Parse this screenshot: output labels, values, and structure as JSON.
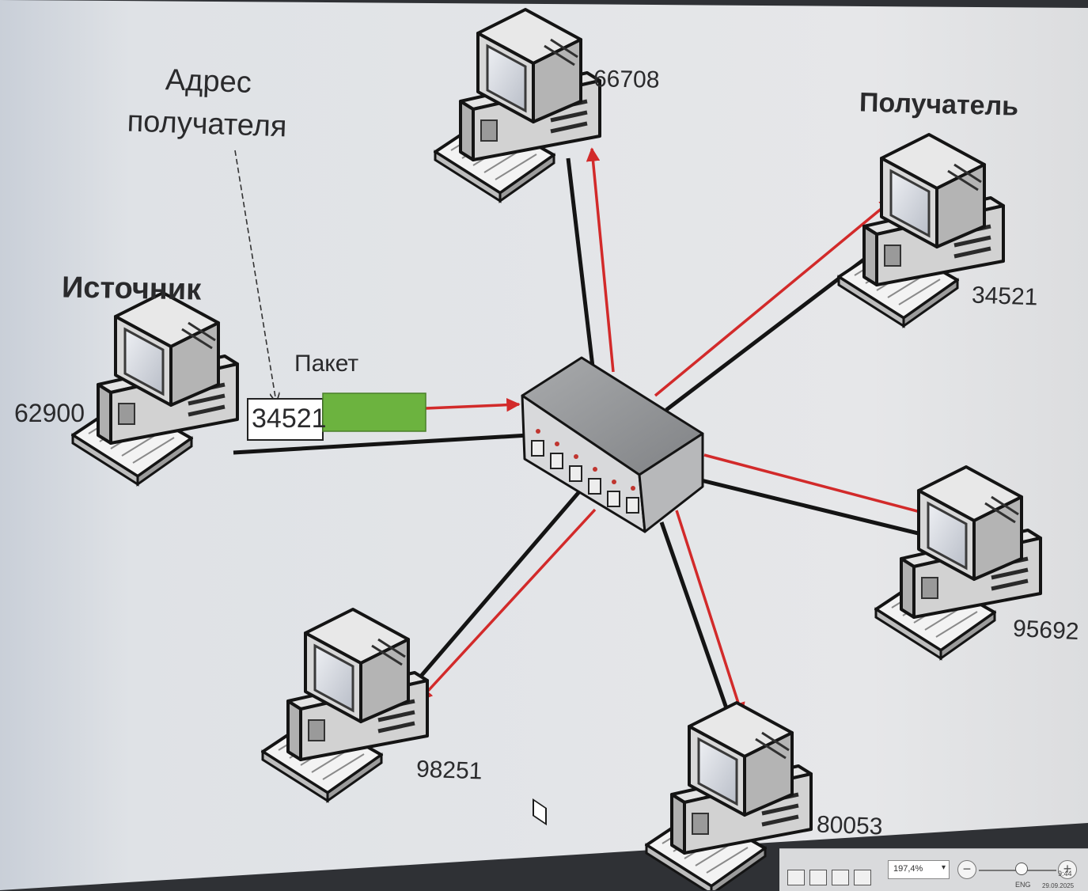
{
  "diagram": {
    "labels": {
      "recipient_address": "Адрес\nполучателя",
      "source": "Источник",
      "recipient": "Получатель",
      "packet": "Пакет",
      "packet_address": "34521"
    },
    "nodes": {
      "source_id": "62900",
      "n1_id": "66708",
      "recipient_id": "34521",
      "n3_id": "95692",
      "n4_id": "80053",
      "n5_id": "98251"
    },
    "colors": {
      "screen_background": "#e3e4e6",
      "cable": "#141414",
      "arrow": "#d22a2a",
      "packet_payload": "#6cb33f"
    }
  },
  "status_bar": {
    "zoom_value": "197,4%",
    "zoom_out_symbol": "−",
    "zoom_in_symbol": "+",
    "language": "ENG",
    "time": "9:44",
    "date": "29.09.2025"
  }
}
